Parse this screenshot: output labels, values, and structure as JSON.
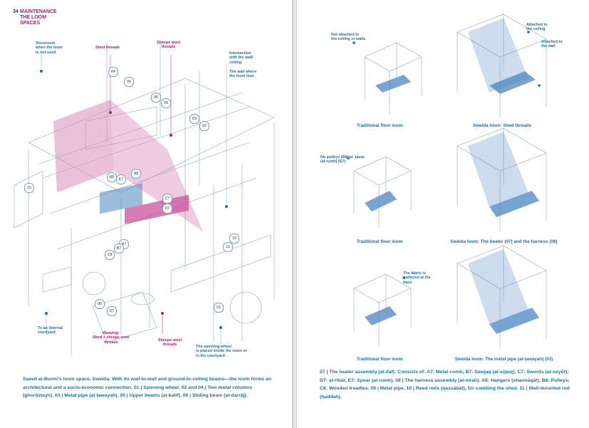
{
  "header": {
    "page_number": "34",
    "section": "MAINTENANCE",
    "title": "THE LOOM SPACES"
  },
  "left_labels": {
    "storeroom": "Storeroom\nwhen the loom\nis not used",
    "shed_threads": "Shed threads",
    "sheeps_wool_top": "Sheeps wool\nthreads",
    "intersection": "Intersection\nwith the wall/\nceiling",
    "wall_lean": "The wall where\nthe loom lean",
    "internal_courtyard": "To an internal\ncourtyard",
    "weaving": "Weaving:\nShed + sheeps wool\nthreads",
    "sheeps_wool_bottom": "Sheeps wool\nthreads",
    "spinning_wheel": "The spinning wheel\nis placed inside the room or\nin the courtyard"
  },
  "left_tags": [
    "04",
    "05",
    "06",
    "09",
    "03",
    "02",
    "10",
    "B8",
    "E7",
    "A8",
    "C7",
    "D7",
    "A7",
    "B7",
    "C8",
    "11",
    "10",
    "08",
    "07",
    "01"
  ],
  "right_labels": {
    "not_attached": "Not attached to\nthe ceiling or walls",
    "attached_ceiling": "Attached to\nthe ceiling",
    "attached_wall": "Attached to\nthe wall",
    "no_pulleys": "No pulleys (B8) or spear\n(al-rumḥ) (E7)",
    "fabric_gathered": "The fabric is\ngathered at the\nback"
  },
  "subcaptions": [
    "Traditional floor loom",
    "Sweida loom: Shed threads",
    "Traditional floor loom",
    "Sweida loom: The beater (07) and the harness (08)",
    "Traditional floor loom",
    "Sweida loom: The metal pipe (al-ṭawayah) (03)"
  ],
  "left_caption": "Saeed al-Bunni's loom space, Sweida: With its wall-to-wall and ground-to-ceiling beams—the loom forms an architectural and a socio-economic connection. 01 | Spinning wheel. 02 and 04 | Two metal columns (ghurūztayn). 03 | Metal pipe (al-ṭawayah). 05 | Upper beams (al-katif). 06 | Sliding beam (al-darrāj).",
  "right_caption": "07 | The beater assembly (al-daf): Consists of: A7: Metal comb; B7: Sawjaq (al-sūjuq); C7: Swords (al-suyūf); D7: al-riḥāt; E7: Spear (al-rumḥ). 08 | The harness assembly (al-nirah): A8: Hangers (shannāqāt); B8: Pulleys; C8: Wooden treadles. 09 | Metal pipe. 10 | Reed rods (qaṣṣābāt), for combing the shed. 11 | Wall-mounted rod (ḥaddah).",
  "colors": {
    "accent_pink": "#b0196d",
    "accent_blue": "#1d6fa8",
    "shed_pink": "#d98cba",
    "loom_blue": "#4a86c0"
  }
}
